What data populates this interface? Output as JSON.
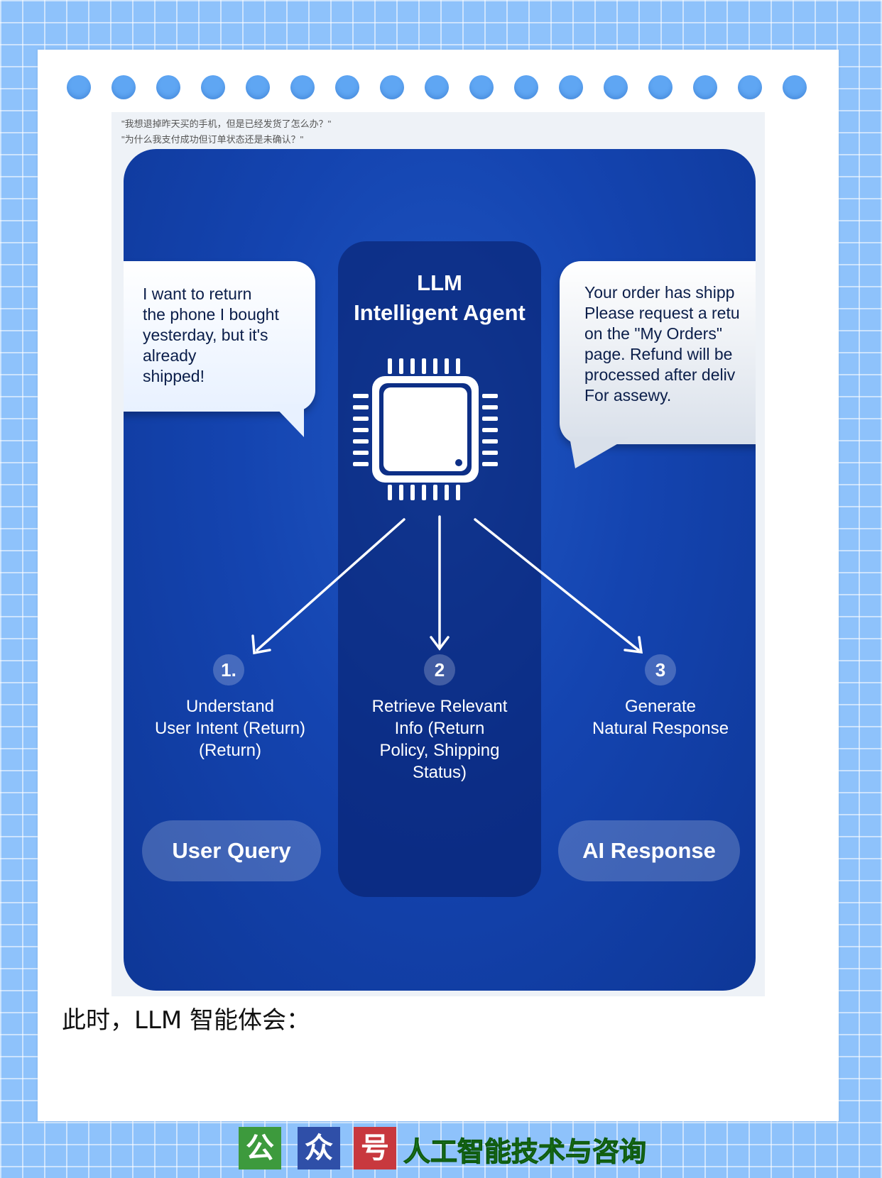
{
  "caption": {
    "line1": "\"我想退掉昨天买的手机，但是已经发货了怎么办？\"",
    "line2": "\"为什么我支付成功但订单状态还是未确认？\""
  },
  "diagram": {
    "agent_title_line1": "LLM",
    "agent_title_line2": "Intelligent Agent",
    "user_bubble": "I want to return\nthe phone I bought\nyesterday, but it's\nalready\nshipped!",
    "ai_bubble": "Your order has shipp\nPlease request a retu\non the \"My Orders\"\npage. Refund will be\nprocessed after deliv\nFor assewy.",
    "steps": [
      {
        "number": "1.",
        "text": "Understand\nUser Intent (Return)\n(Return)"
      },
      {
        "number": "2",
        "text": "Retrieve Relevant\nInfo (Return\nPolicy, Shipping\nStatus)"
      },
      {
        "number": "3",
        "text": "Generate\nNatural Response"
      }
    ],
    "user_query_label": "User Query",
    "ai_response_label": "AI Response"
  },
  "body_text": "此时，LLM 智能体会：",
  "footer": {
    "badge1": "公",
    "badge2": "众",
    "badge3": "号",
    "name": "人工智能技术与咨询"
  },
  "colors": {
    "background": "#8ec2fb",
    "panel": "#1444b0",
    "badge1": "#3d9a3d",
    "badge2": "#2f4fa8",
    "badge3": "#c8383e",
    "footer_text": "#1f7a1f"
  }
}
